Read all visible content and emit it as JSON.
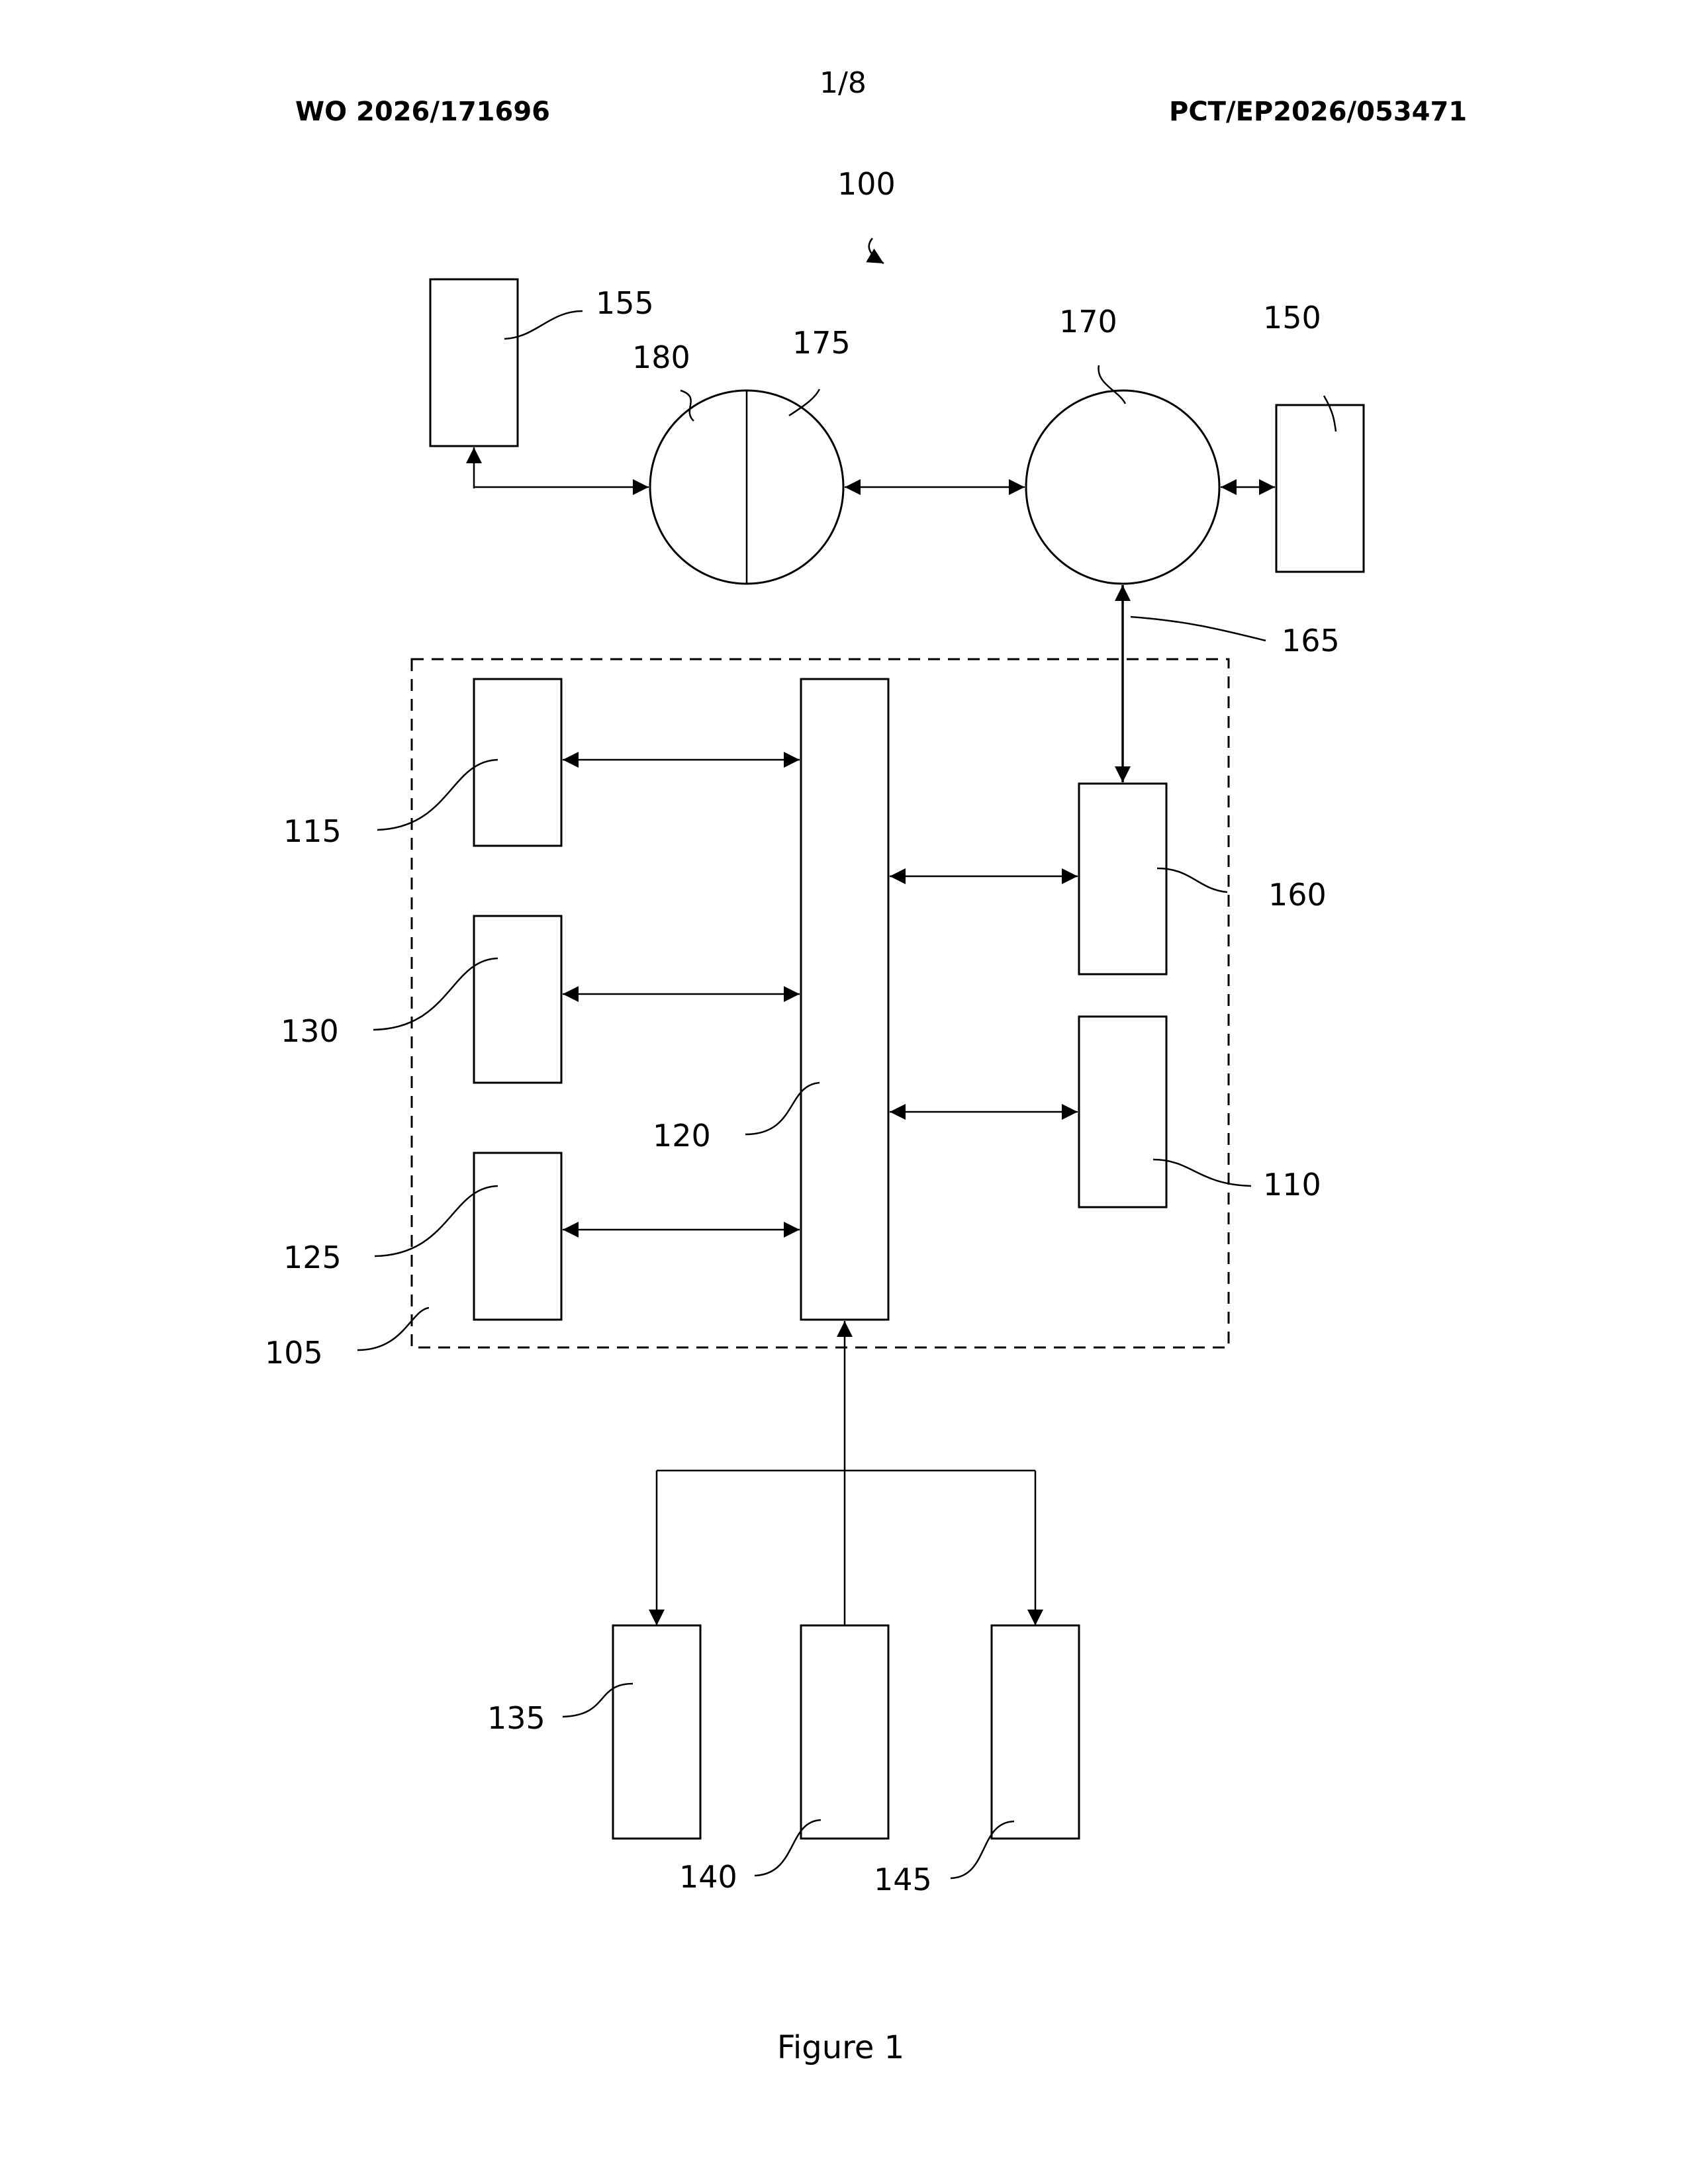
{
  "header": {
    "publication_number": "WO 2026/171696",
    "application_number": "PCT/EP2026/053471",
    "sheet": "1/8"
  },
  "figure": {
    "caption": "Figure 1",
    "labels": {
      "system": "100",
      "dashed_group": "105",
      "block_110": "110",
      "block_115": "115",
      "block_120": "120",
      "block_125": "125",
      "block_130": "130",
      "block_135": "135",
      "block_140": "140",
      "block_145": "145",
      "block_150": "150",
      "block_155": "155",
      "block_160": "160",
      "link_165": "165",
      "circle_170": "170",
      "half_175": "175",
      "half_180": "180"
    }
  }
}
